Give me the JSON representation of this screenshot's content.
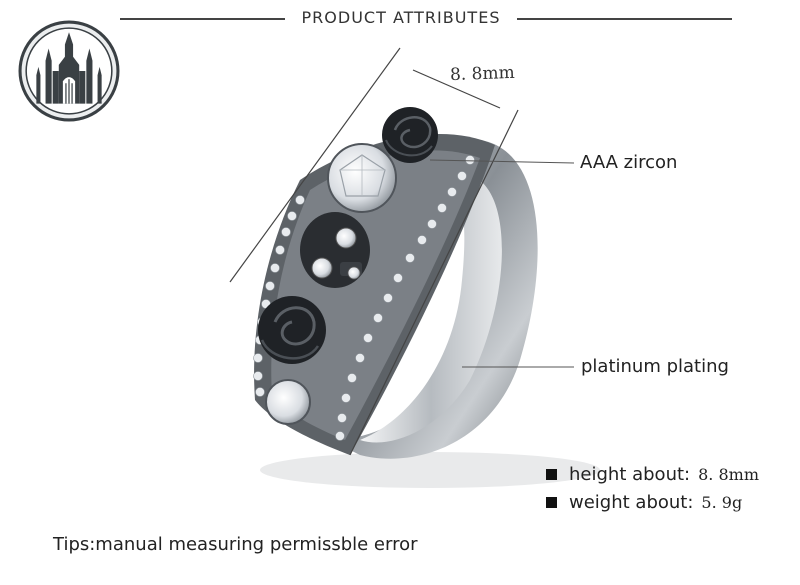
{
  "header": {
    "title": "PRODUCT ATTRIBUTES"
  },
  "dimension_label": "8. 8mm",
  "callouts": [
    {
      "label": "AAA zircon"
    },
    {
      "label": "platinum plating"
    }
  ],
  "specs": [
    {
      "label": "height about:",
      "value": "8. 8mm"
    },
    {
      "label": "weight about:",
      "value": "5. 9g"
    }
  ],
  "tips": "Tips:manual measuring permissble error",
  "colors": {
    "accent": "#333333",
    "logo_bg": "#3a4044",
    "metal": "#9aa0a6"
  },
  "icons": {
    "logo": "gothic-cathedral-icon"
  }
}
